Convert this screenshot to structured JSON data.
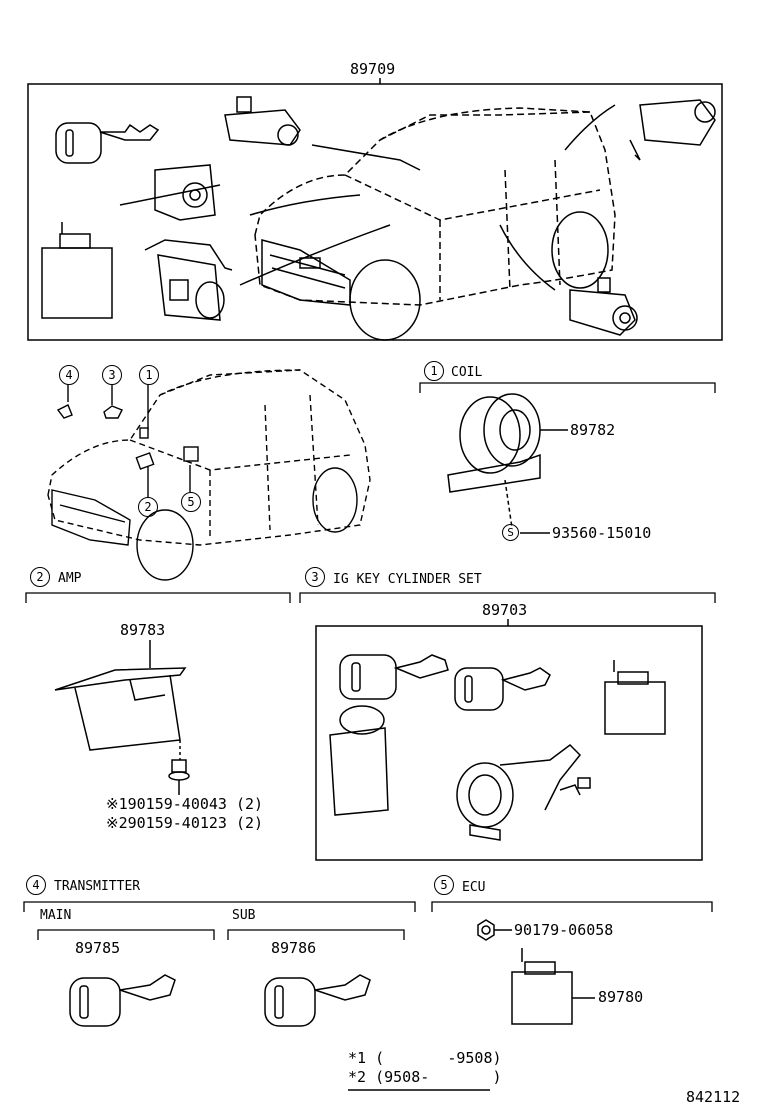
{
  "top_group": {
    "part_no": "89709"
  },
  "callouts": [
    "4",
    "3",
    "1",
    "2",
    "5"
  ],
  "coil": {
    "index": "1",
    "title": "COIL",
    "part_no": "89782",
    "screw_no": "93560-15010",
    "screw_mark": "S"
  },
  "amp": {
    "index": "2",
    "title": "AMP",
    "part_no": "89783",
    "note1": "※190159-40043 (2)",
    "note2": "※290159-40123 (2)"
  },
  "ig_key": {
    "index": "3",
    "title": "IG KEY CYLINDER SET",
    "part_no": "89703"
  },
  "transmitter": {
    "index": "4",
    "title": "TRANSMITTER",
    "main_label": "MAIN",
    "main_part": "89785",
    "sub_label": "SUB",
    "sub_part": "89786"
  },
  "ecu": {
    "index": "5",
    "title": "ECU",
    "nut_no": "90179-06058",
    "part_no": "89780"
  },
  "legend": {
    "line1": "*1 (       -9508)",
    "line2": "*2 (9508-       )"
  },
  "diagram_id": "842112"
}
